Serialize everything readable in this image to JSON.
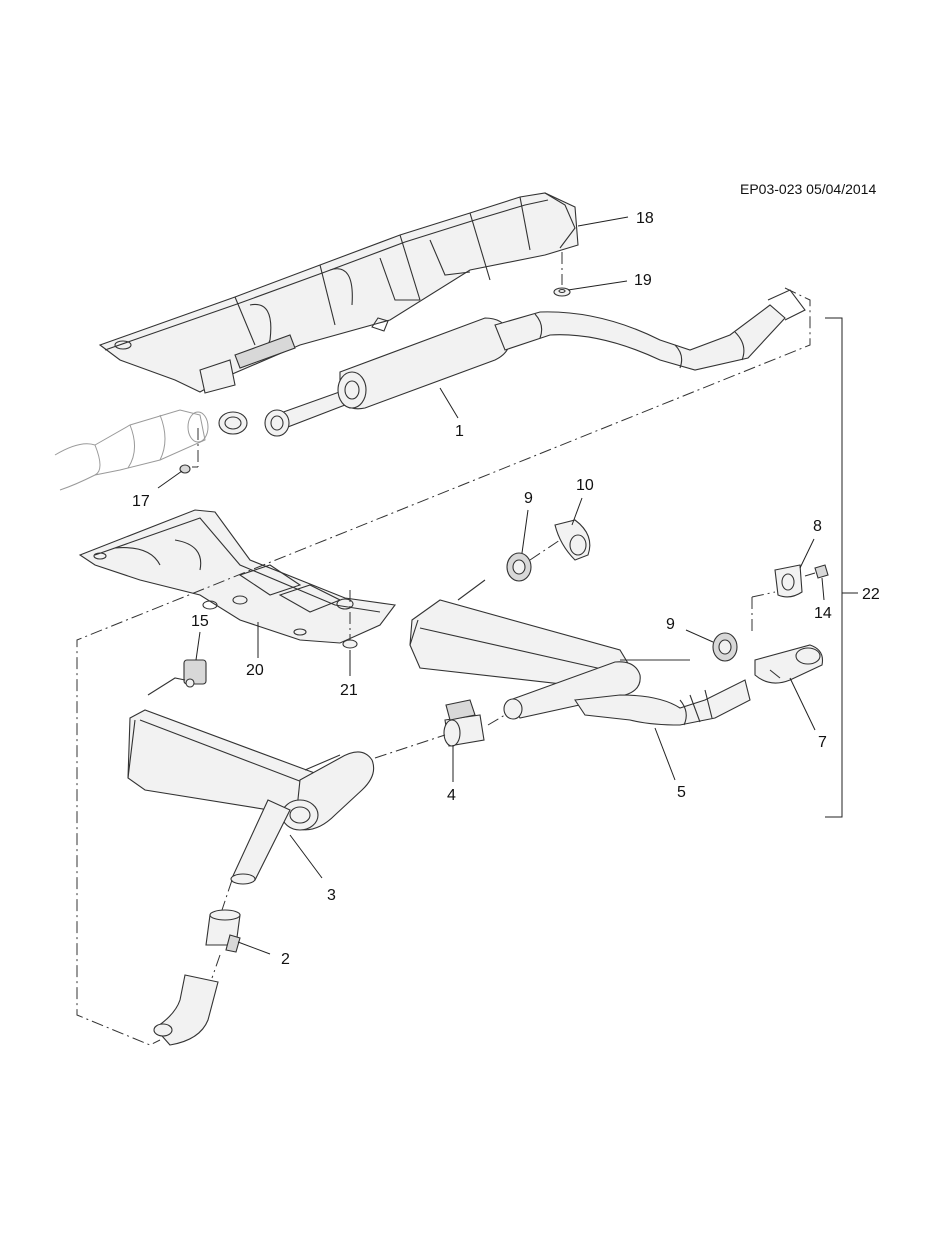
{
  "document_code": "EP03-023 05/04/2014",
  "callouts": {
    "c1": "1",
    "c2": "2",
    "c3": "3",
    "c4": "4",
    "c5": "5",
    "c7": "7",
    "c8": "8",
    "c9a": "9",
    "c9b": "9",
    "c10": "10",
    "c14": "14",
    "c15": "15",
    "c17": "17",
    "c18": "18",
    "c19": "19",
    "c20": "20",
    "c21": "21",
    "c22": "22"
  }
}
